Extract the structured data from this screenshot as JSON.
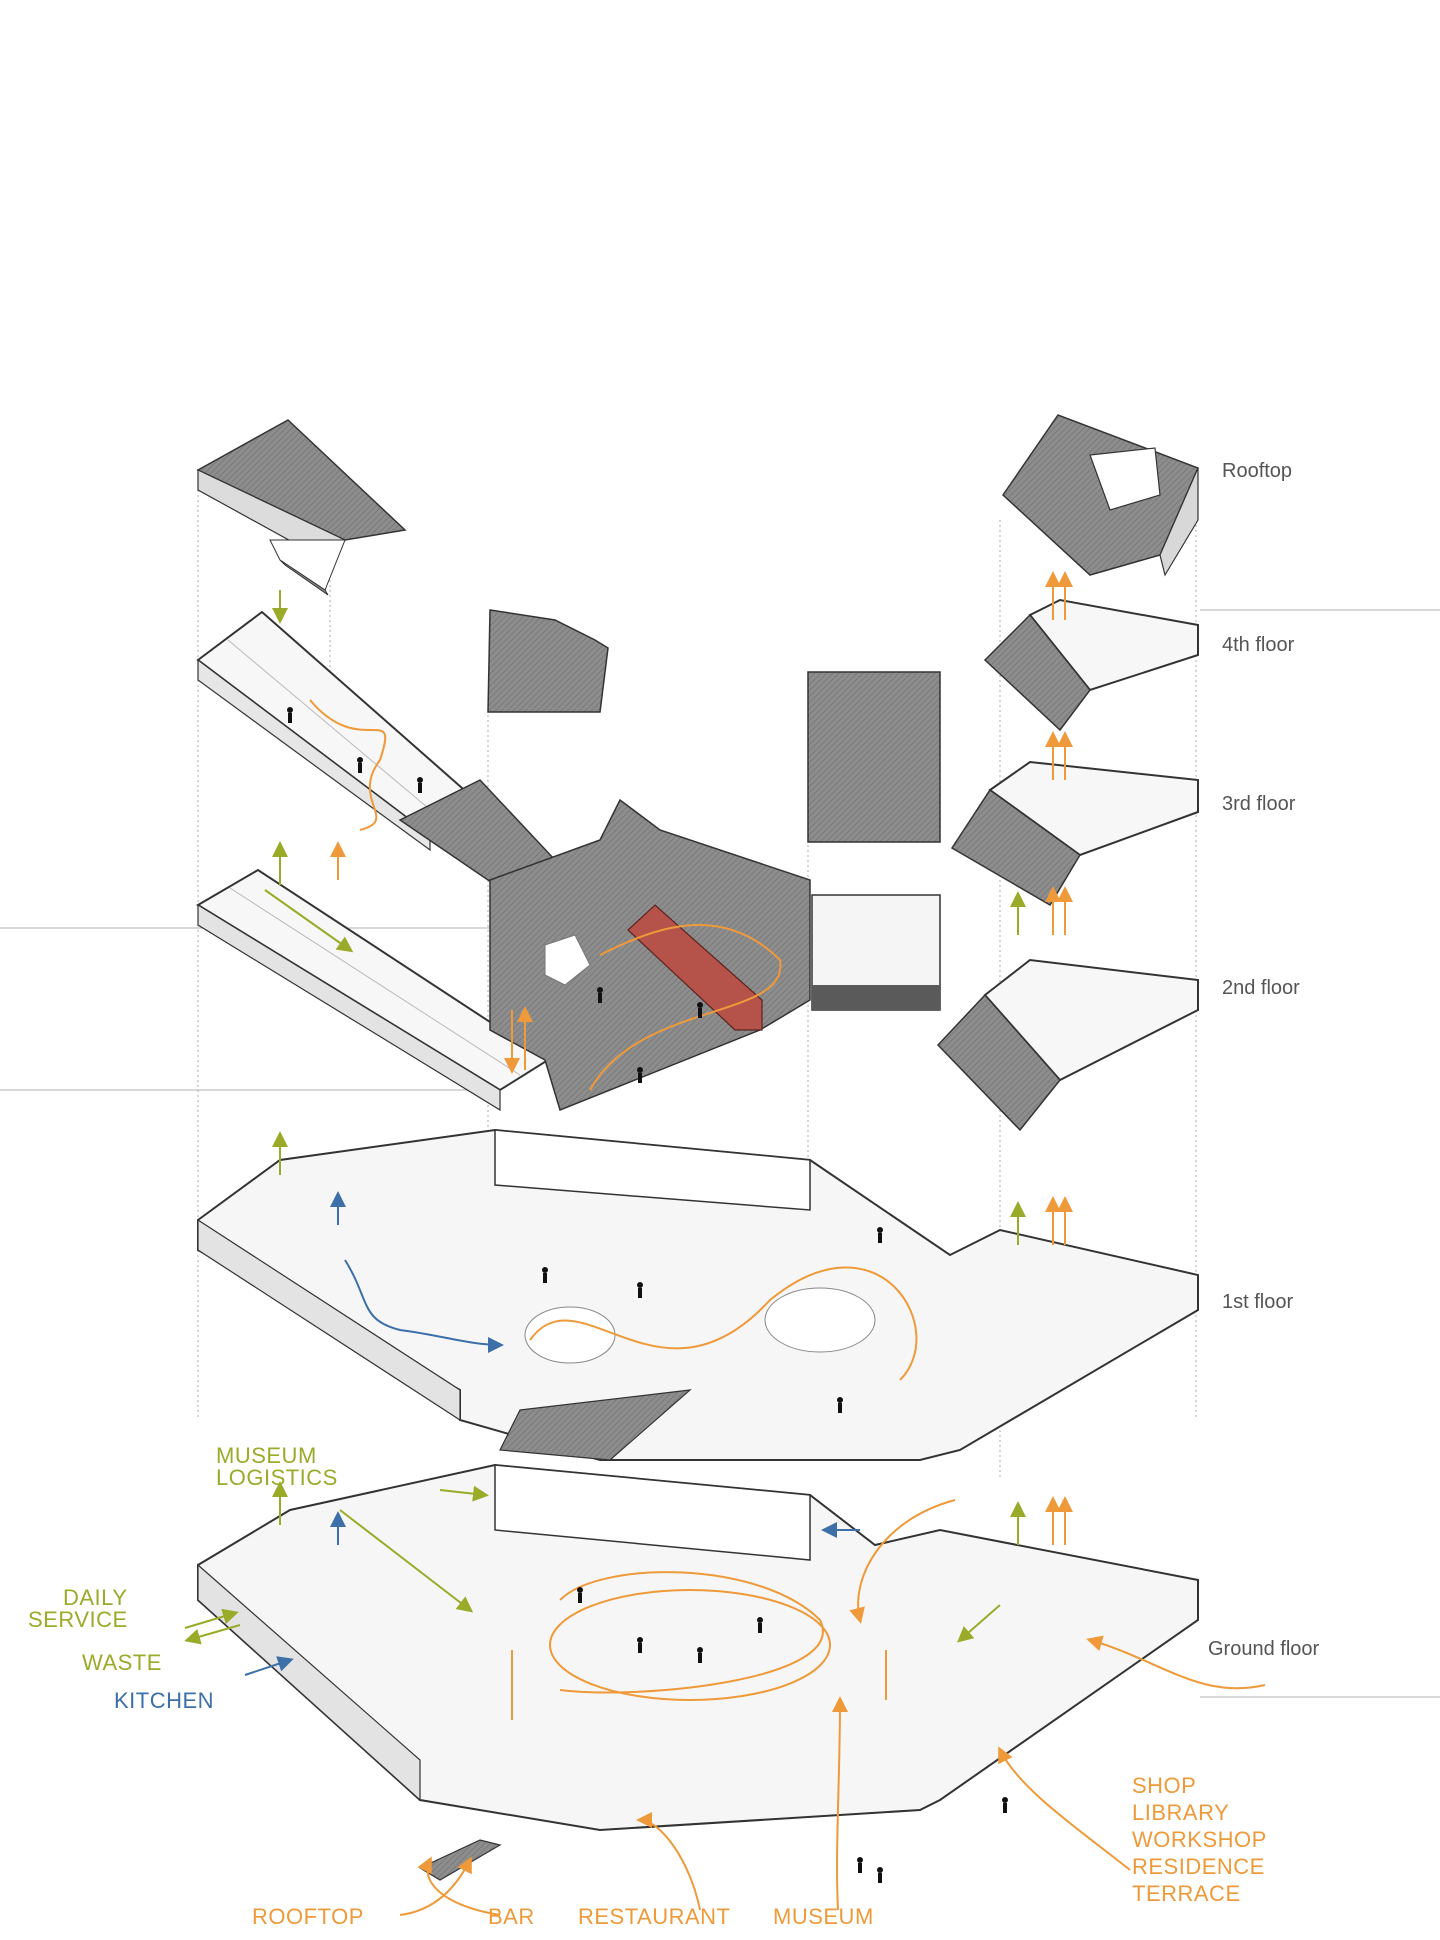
{
  "colors": {
    "green": "#9aab2a",
    "blue": "#3d6fa8",
    "orange": "#ef9a3a",
    "roof": "#8c8c8c",
    "red_volume": "#b5524a",
    "floor_label": "#555555"
  },
  "floor_labels": {
    "rooftop": "Rooftop",
    "fourth": "4th floor",
    "third": "3rd floor",
    "second": "2nd floor",
    "first": "1st floor",
    "ground": "Ground floor"
  },
  "legend_left": {
    "museum_logistics_1": "MUSEUM",
    "museum_logistics_2": "LOGISTICS",
    "daily_service_1": "DAILY",
    "daily_service_2": "SERVICE",
    "waste": "WASTE",
    "kitchen": "KITCHEN"
  },
  "legend_bottom": {
    "rooftop": "ROOFTOP",
    "bar": "BAR",
    "restaurant": "RESTAURANT",
    "museum": "MUSEUM"
  },
  "legend_right": [
    "SHOP",
    "LIBRARY",
    "WORKSHOP",
    "RESIDENCE",
    "TERRACE"
  ]
}
